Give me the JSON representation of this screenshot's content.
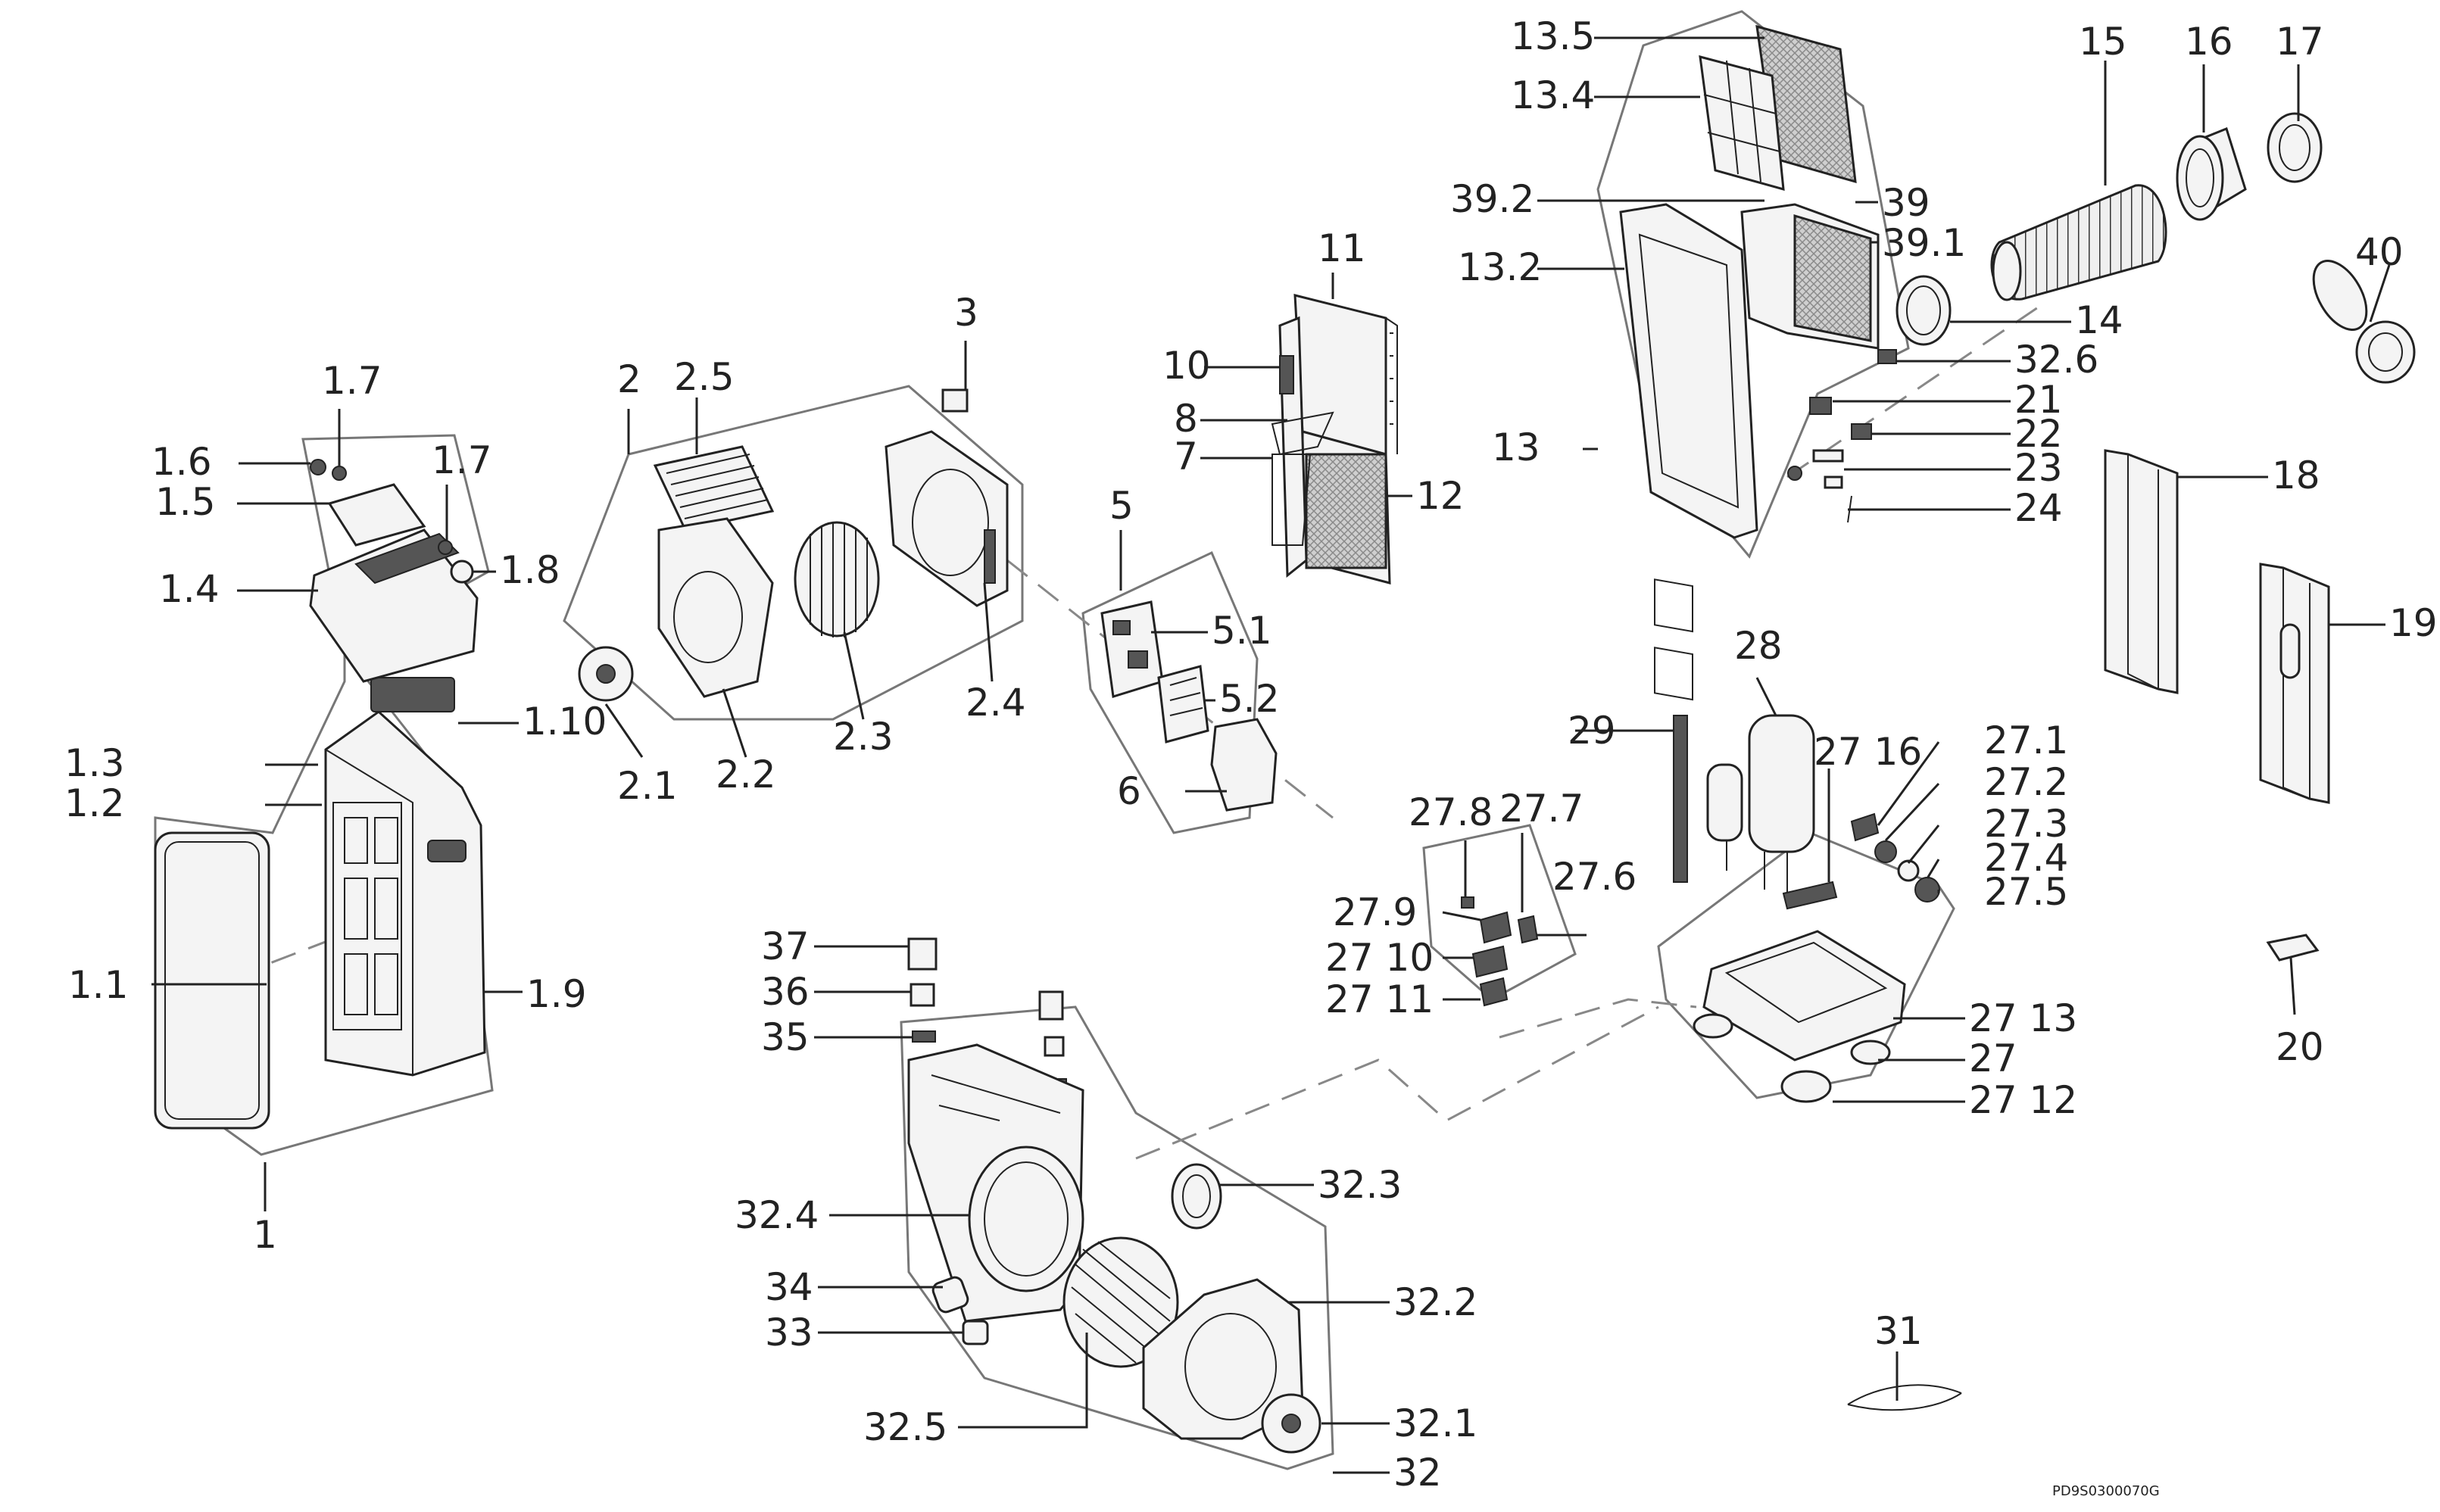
{
  "diagram": {
    "labels": [
      "1",
      "1.1",
      "1.2",
      "1.3",
      "1.4",
      "1.5",
      "1.6",
      "1.7",
      "1.8",
      "1.9",
      "1.10",
      "2",
      "2.1",
      "2.2",
      "2.3",
      "2.4",
      "2.5",
      "3",
      "5",
      "5.1",
      "5.2",
      "6",
      "7",
      "8",
      "10",
      "11",
      "12",
      "13",
      "13.2",
      "13.4",
      "13.5",
      "14",
      "15",
      "16",
      "17",
      "18",
      "19",
      "20",
      "21",
      "22",
      "23",
      "24",
      "27",
      "27 10",
      "27 11",
      "27 12",
      "27 13",
      "27 16",
      "27.1",
      "27.2",
      "27.3",
      "27.4",
      "27.5",
      "27.6",
      "27.7",
      "27.8",
      "27.9",
      "28",
      "29",
      "31",
      "32",
      "32.1",
      "32.2",
      "32.3",
      "32.4",
      "32.5",
      "32.6",
      "33",
      "34",
      "35",
      "36",
      "37",
      "39",
      "39.1",
      "39.2",
      "40"
    ],
    "drawing_code": "PD9S0300070G"
  }
}
